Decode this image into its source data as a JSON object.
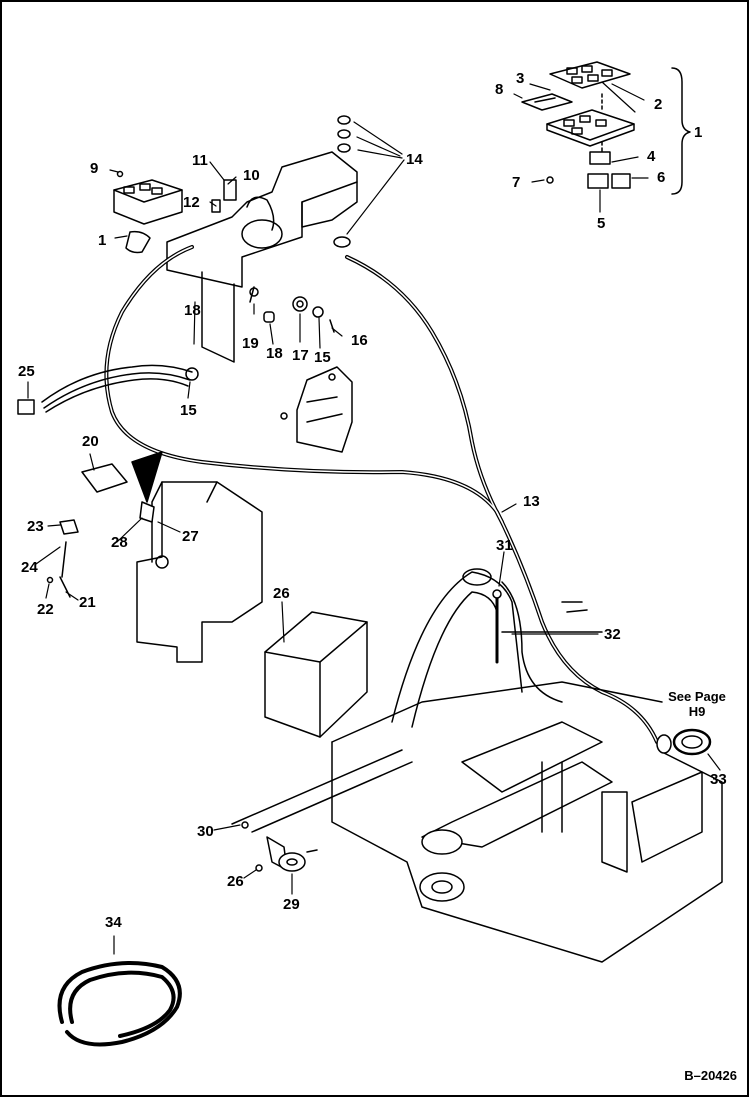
{
  "callouts": {
    "c1a": "1",
    "c1b": "1",
    "c2": "2",
    "c3": "3",
    "c4": "4",
    "c5": "5",
    "c6": "6",
    "c7": "7",
    "c8": "8",
    "c9": "9",
    "c10": "10",
    "c11": "11",
    "c12": "12",
    "c13": "13",
    "c14": "14",
    "c15a": "15",
    "c15b": "15",
    "c16": "16",
    "c17": "17",
    "c18a": "18",
    "c18b": "18",
    "c19": "19",
    "c20": "20",
    "c21": "21",
    "c22": "22",
    "c23": "23",
    "c24": "24",
    "c25": "25",
    "c26a": "26",
    "c26b": "26",
    "c27": "27",
    "c28": "28",
    "c29": "29",
    "c30": "30",
    "c31": "31",
    "c32": "32",
    "c33": "33",
    "c34": "34"
  },
  "notes": {
    "see_page_line1": "See Page",
    "see_page_line2": "H9"
  },
  "drawing_id": "B–20426"
}
